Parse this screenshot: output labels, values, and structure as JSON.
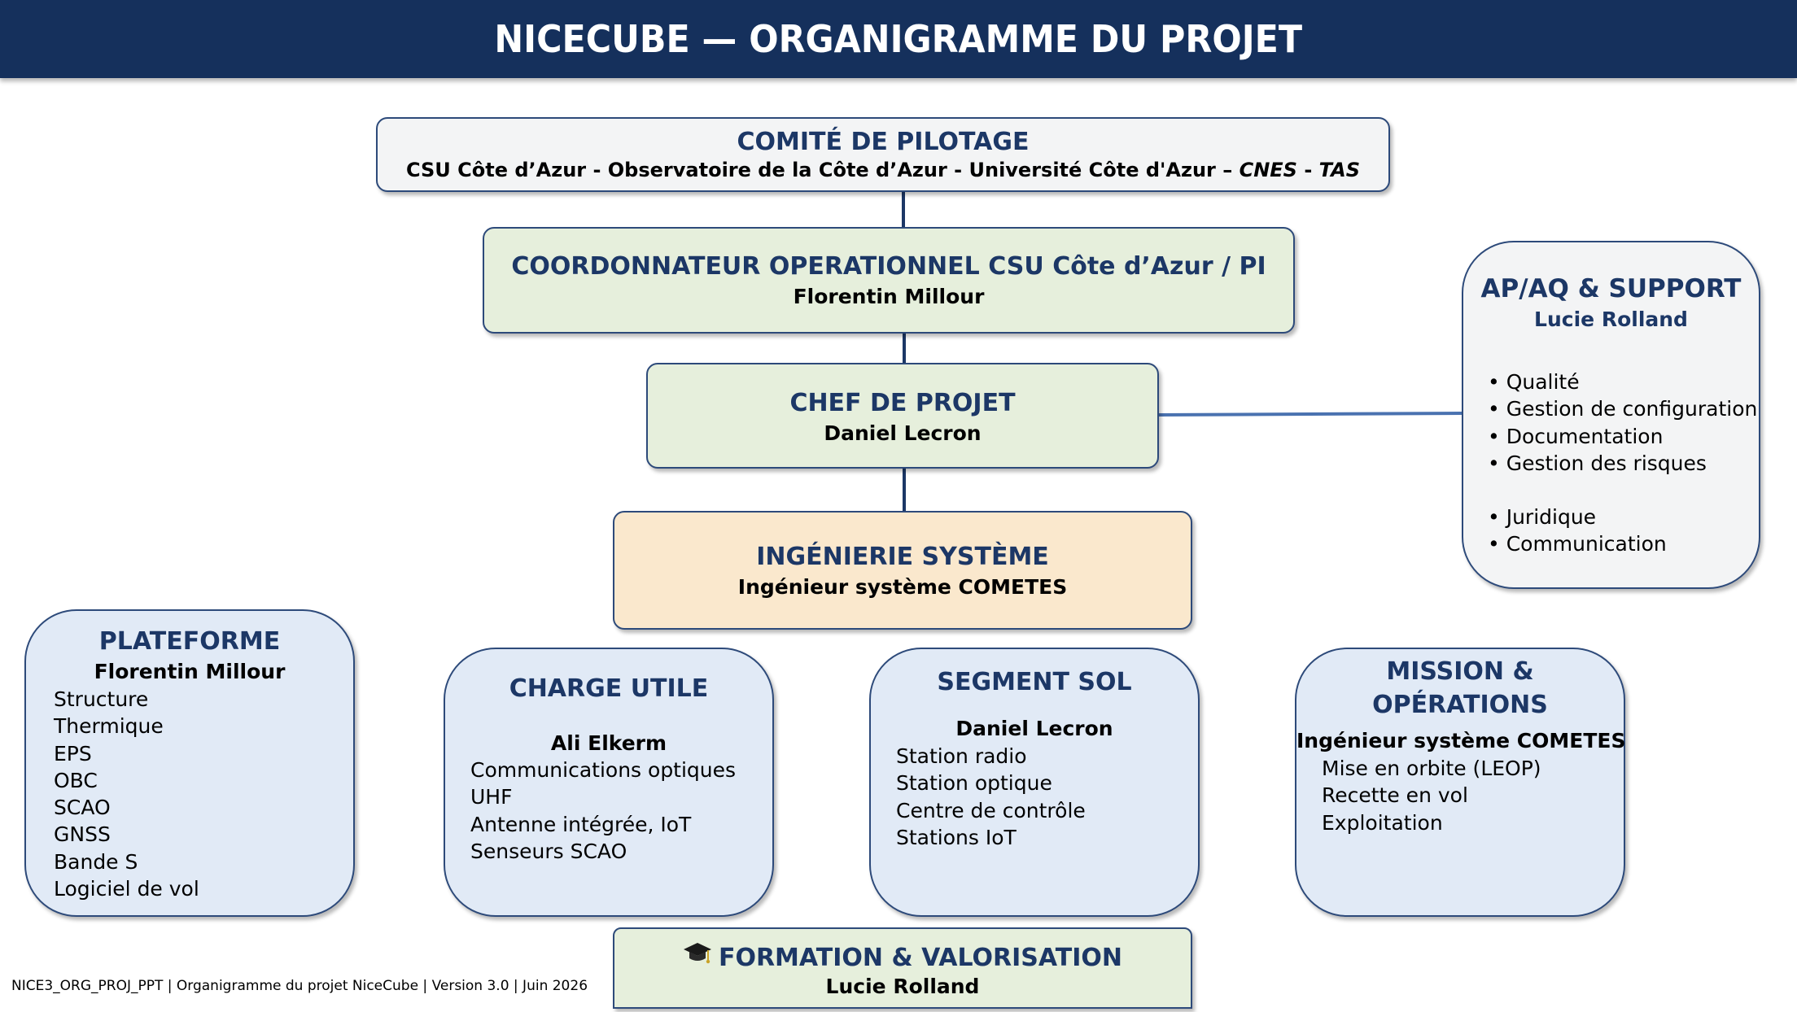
{
  "header": {
    "title": "NICECUBE — ORGANIGRAMME DU PROJET"
  },
  "steering": {
    "title": "COMITÉ DE PILOTAGE",
    "members_plain": "CSU Côte d’Azur - Observatoire de la Côte d’Azur - Université Côte d'Azur –",
    "members_italic_1": "CNES",
    "members_separator": "-",
    "members_italic_2": "TAS"
  },
  "coordinator": {
    "title": "COORDONNATEUR OPERATIONNEL CSU Côte d’Azur / PI",
    "name": "Florentin Millour"
  },
  "project_lead": {
    "title": "CHEF DE PROJET",
    "name": "Daniel Lecron"
  },
  "systems_engineering": {
    "title": "INGÉNIERIE SYSTÈME",
    "name": "Ingénieur système COMETES"
  },
  "support": {
    "title": "AP/AQ & SUPPORT",
    "name": "Lucie Rolland",
    "items": [
      "Qualité",
      "Gestion de configuration",
      "Documentation",
      "Gestion des risques"
    ],
    "items_2": [
      "Juridique",
      "Communication"
    ],
    "bullet": "•"
  },
  "platform": {
    "title": "PLATEFORME",
    "name": "Florentin Millour",
    "items": [
      "Structure",
      "Thermique",
      "EPS",
      "OBC",
      "SCAO",
      "GNSS",
      "Bande S",
      "Logiciel de vol"
    ]
  },
  "payload": {
    "title": "CHARGE UTILE",
    "name": "Ali Elkerm",
    "items": [
      "Communications optiques",
      "UHF",
      "Antenne intégrée, IoT",
      "Senseurs SCAO"
    ]
  },
  "ground_segment": {
    "title": "SEGMENT SOL",
    "name": "Daniel Lecron",
    "items": [
      "Station radio",
      "Station optique",
      "Centre de contrôle",
      "Stations IoT"
    ]
  },
  "mission_ops": {
    "title_line1": "MISSION &",
    "title_line2": "OPÉRATIONS",
    "name": "Ingénieur système COMETES",
    "items": [
      "Mise en orbite (LEOP)",
      "Recette en vol",
      "Exploitation"
    ]
  },
  "training": {
    "icon": "graduation-cap-icon",
    "title": "FORMATION & VALORISATION",
    "name": "Lucie Rolland"
  },
  "footer": {
    "text": "NICE3_ORG_PROJ_PPT | Organigramme du projet NiceCube | Version 3.0 | Juin 2026"
  },
  "colors": {
    "banner": "#15305c",
    "title_text": "#1c3766",
    "border": "#2d4a7a",
    "green_fill": "#e6efdc",
    "blue_fill": "#e1eaf6",
    "grey_fill": "#f3f4f5",
    "orange_fill": "#fae8cd",
    "connector_dark": "#1c3766",
    "connector_light": "#4a72b0"
  }
}
